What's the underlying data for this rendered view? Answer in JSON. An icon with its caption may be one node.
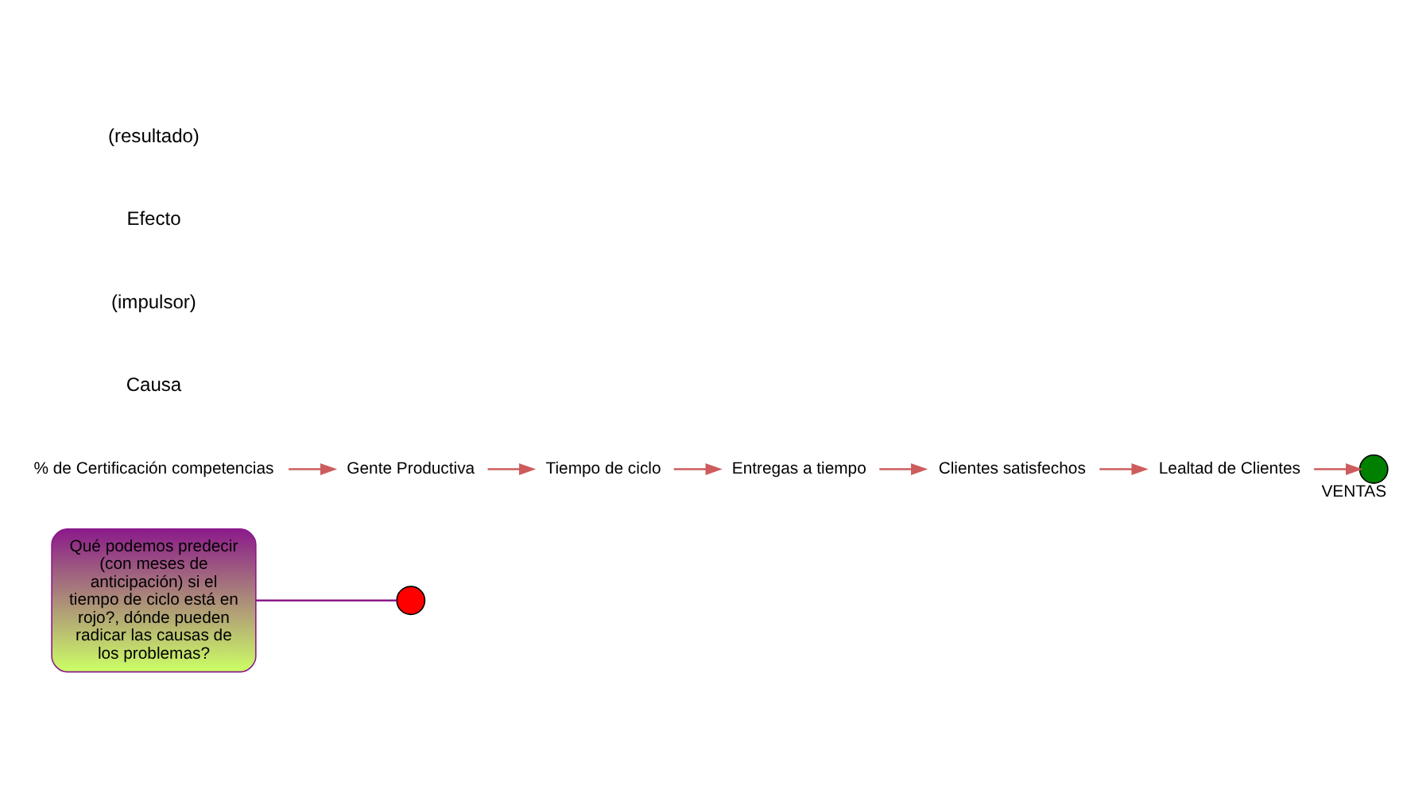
{
  "diagram": {
    "nodes": [
      {
        "text": [
          "Qué podemos predecir (con meses de anticipación) si el tiempo de ciclo está en rojo?, dónde pueden radicar las causas de los problemas?"
        ]
      },
      {
        "text": [],
        "shape": "circle"
      },
      {
        "text": [
          "Tiempo de ciclo"
        ]
      },
      {
        "text": [
          "% de Certificación competencias"
        ]
      },
      {
        "text": [
          "Gente Productiva"
        ]
      },
      {
        "text": [
          "Entregas a tiempo"
        ]
      },
      {
        "text": [
          "Clientes satisfechos"
        ]
      },
      {
        "text": [
          "Lealtad de Clientes"
        ]
      },
      {
        "text": [],
        "shape": "circle",
        "beside": [
          "VENTAS"
        ]
      }
    ],
    "edges": [
      {
        "from": 0,
        "to": 1,
        "arrow": "none",
        "color": "#8b1a8b"
      },
      {
        "from": 3,
        "to": 4,
        "arrow": "to"
      },
      {
        "from": 4,
        "to": 2,
        "arrow": "to"
      },
      {
        "from": 2,
        "to": 5,
        "arrow": "to"
      },
      {
        "from": 5,
        "to": 6,
        "arrow": "to"
      },
      {
        "from": 6,
        "to": 7,
        "arrow": "to"
      },
      {
        "from": 7,
        "to": 8,
        "arrow": "to"
      }
    ],
    "labels": [
      "Causa",
      "(impulsor)",
      "Efecto",
      "(resultado)"
    ]
  }
}
